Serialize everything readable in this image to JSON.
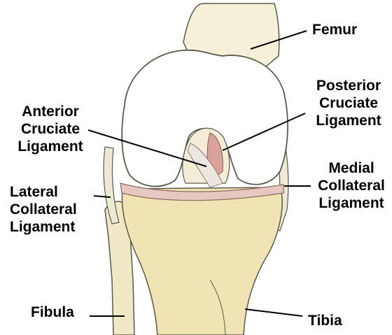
{
  "labels": {
    "femur": "Femur",
    "posterior_cruciate": [
      "Posterior",
      "Cruciate",
      "Ligament"
    ],
    "anterior_cruciate": [
      "Anterior",
      "Cruciate",
      "Ligament"
    ],
    "medial_collateral": [
      "Medial",
      "Collateral",
      "Ligament"
    ],
    "lateral_collateral": [
      "Lateral",
      "Collateral",
      "Ligament"
    ],
    "fibula": "Fibula",
    "tibia": "Tibia"
  },
  "colors": {
    "bone_upper": "#f4f1d8",
    "bone_lower": "#f0e4b4",
    "cartilage": "#ffffff",
    "ligament": "#d9a39a",
    "outline": "#5a5a4a",
    "leader": "#000000"
  }
}
